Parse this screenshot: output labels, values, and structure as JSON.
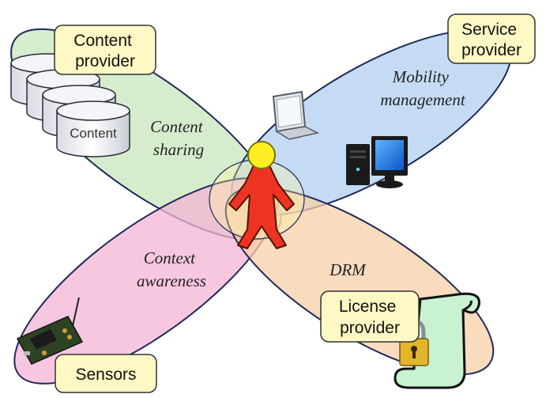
{
  "diagram": {
    "role_boxes": {
      "content_provider": [
        "Content",
        "provider"
      ],
      "service_provider": [
        "Service",
        "provider"
      ],
      "license_provider": [
        "License",
        "provider"
      ],
      "sensors": "Sensors"
    },
    "database_label": "Content",
    "petals": {
      "content_sharing": [
        "Content",
        "sharing"
      ],
      "mobility_management": [
        "Mobility",
        "management"
      ],
      "context_awareness": [
        "Context",
        "awareness"
      ],
      "drm": "DRM"
    },
    "colors": {
      "content_sharing": "#cde9c2",
      "mobility_management": "#b7d3f0",
      "context_awareness": "#f4b4d4",
      "drm": "#f7cfa8",
      "role_box": "#fdf8c4",
      "person_body": "#ee3322",
      "person_head": "#ffee22"
    },
    "icons": [
      "database-icon",
      "laptop-icon",
      "desktop-computer-icon",
      "sensor-board-icon",
      "scroll-icon",
      "padlock-icon",
      "person-icon"
    ]
  }
}
